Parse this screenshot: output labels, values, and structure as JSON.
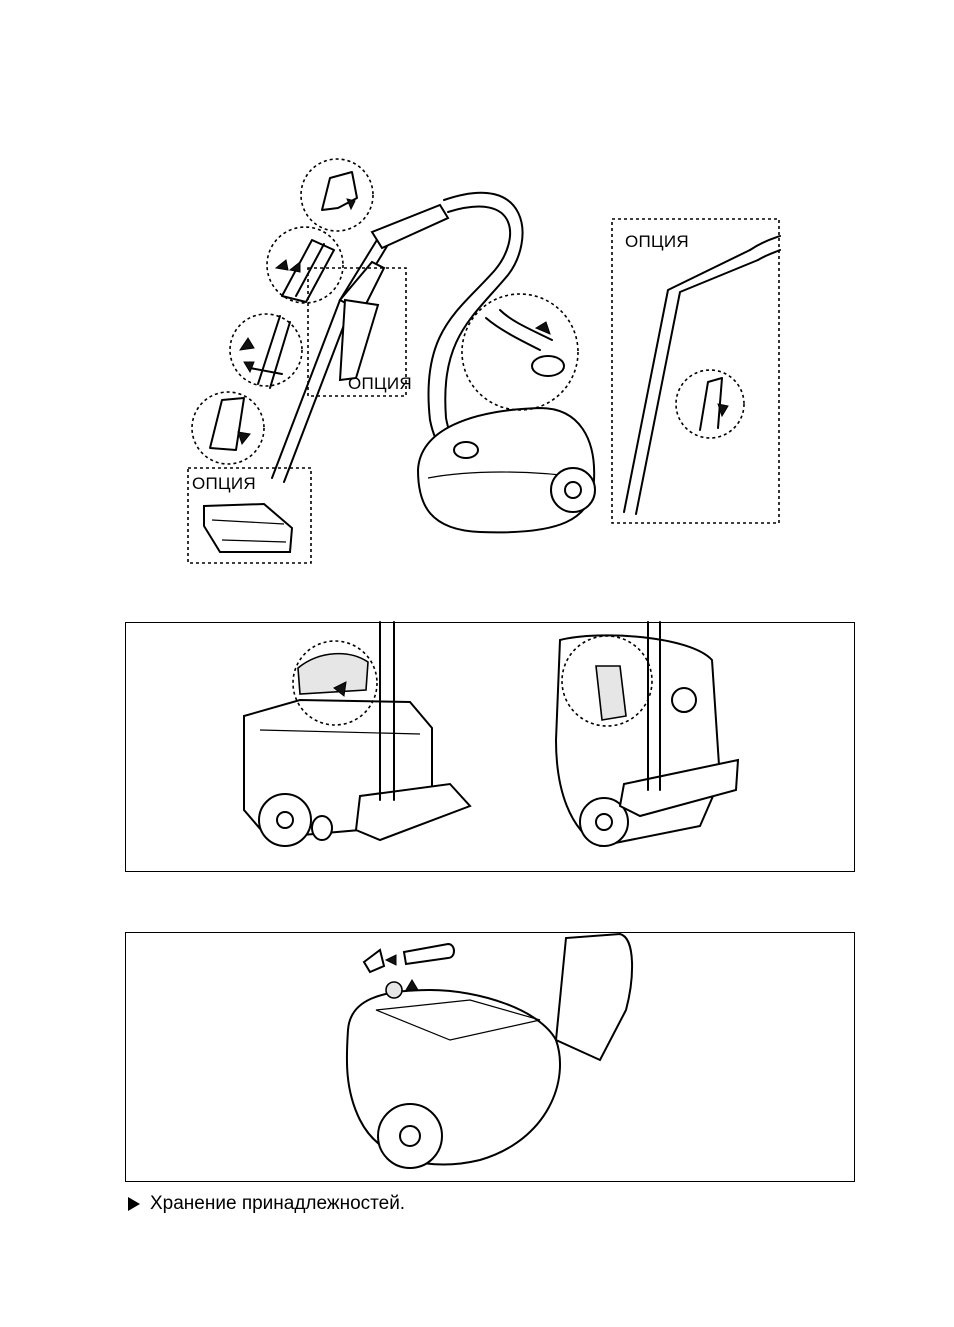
{
  "figure1": {
    "option_label_head": "ОПЦИЯ",
    "option_label_tool": "ОПЦИЯ",
    "option_label_panel": "ОПЦИЯ"
  },
  "caption": {
    "text": "Хранение принадлежностей."
  }
}
